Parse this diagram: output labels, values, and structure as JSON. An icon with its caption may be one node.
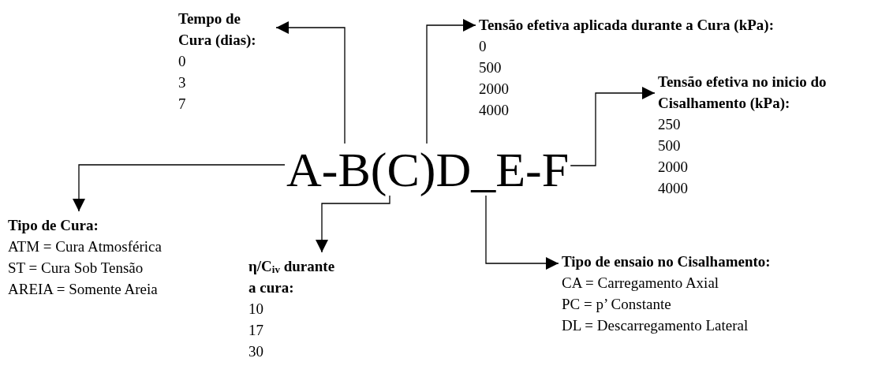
{
  "diagram": {
    "nodes": [
      {
        "text": [
          "Tempo de Cura (dias):",
          "0",
          "3",
          "7"
        ]
      },
      {
        "text": [
          "Tensão efetiva aplicada durante a Cura (kPa):",
          "0",
          "500",
          "2000",
          "4000"
        ]
      },
      {
        "text": [
          "Tensão efetiva no inicio do Cisalhamento (kPa):",
          "250",
          "500",
          "2000",
          "4000"
        ]
      },
      {
        "text": [
          "A-B(C)D_E-F"
        ]
      },
      {
        "text": [
          "Tipo de Cura:",
          "ATM = Cura Atmosférica",
          "ST = Cura Sob Tensão",
          "AREIA = Somente Areia"
        ]
      },
      {
        "text": [
          "η/C$_{iv}$ durante a cura:",
          "10",
          "17",
          "30"
        ]
      },
      {
        "text": [
          "Tipo de ensaio no Cisalhamento:",
          "CA = Carregamento Axial",
          "PC = p’ Constante",
          "DL = Descarregamento Lateral"
        ]
      }
    ],
    "edges": [
      {
        "from": 3,
        "to": 0,
        "arrow": "to"
      },
      {
        "from": 3,
        "to": 1,
        "arrow": "to"
      },
      {
        "from": 3,
        "to": 2,
        "arrow": "to"
      },
      {
        "from": 3,
        "to": 4,
        "arrow": "to"
      },
      {
        "from": 3,
        "to": 5,
        "arrow": "to"
      },
      {
        "from": 3,
        "to": 6,
        "arrow": "to"
      }
    ]
  }
}
